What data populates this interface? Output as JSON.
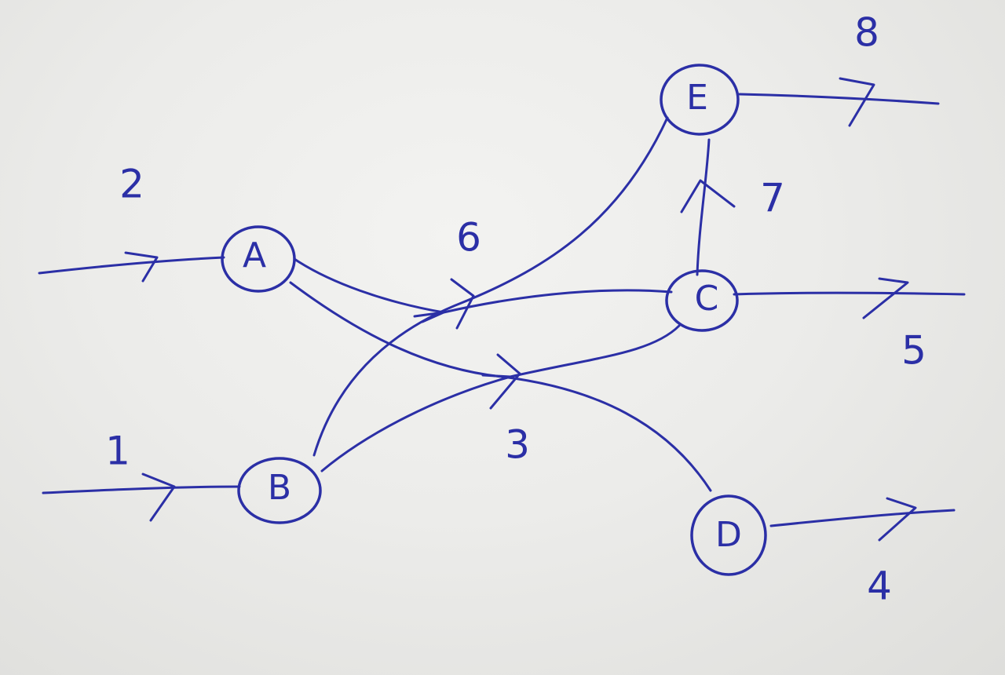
{
  "colors": {
    "ink": "#2b2fa6",
    "paper": "#eeeeec"
  },
  "nodes": [
    {
      "id": "A",
      "label": "A"
    },
    {
      "id": "B",
      "label": "B"
    },
    {
      "id": "C",
      "label": "C"
    },
    {
      "id": "D",
      "label": "D"
    },
    {
      "id": "E",
      "label": "E"
    }
  ],
  "edges": [
    {
      "id": "in-A",
      "from": "",
      "to": "A",
      "label": "2"
    },
    {
      "id": "in-B",
      "from": "",
      "to": "B",
      "label": "1"
    },
    {
      "id": "B-E",
      "from": "B",
      "to": "E",
      "label": "6"
    },
    {
      "id": "A-C",
      "from": "A",
      "to": "C",
      "label": "6"
    },
    {
      "id": "B-C",
      "from": "B",
      "to": "C",
      "label": "3"
    },
    {
      "id": "A-D",
      "from": "A",
      "to": "D",
      "label": "3"
    },
    {
      "id": "C-E",
      "from": "C",
      "to": "E",
      "label": "7"
    },
    {
      "id": "E-out",
      "from": "E",
      "to": "",
      "label": "8"
    },
    {
      "id": "C-out",
      "from": "C",
      "to": "",
      "label": "5"
    },
    {
      "id": "D-out",
      "from": "D",
      "to": "",
      "label": "4"
    }
  ],
  "edge_labels": {
    "in_a": "2",
    "in_b": "1",
    "mid_top": "6",
    "mid_bottom": "3",
    "c_to_e": "7",
    "e_out": "8",
    "c_out": "5",
    "d_out": "4"
  }
}
